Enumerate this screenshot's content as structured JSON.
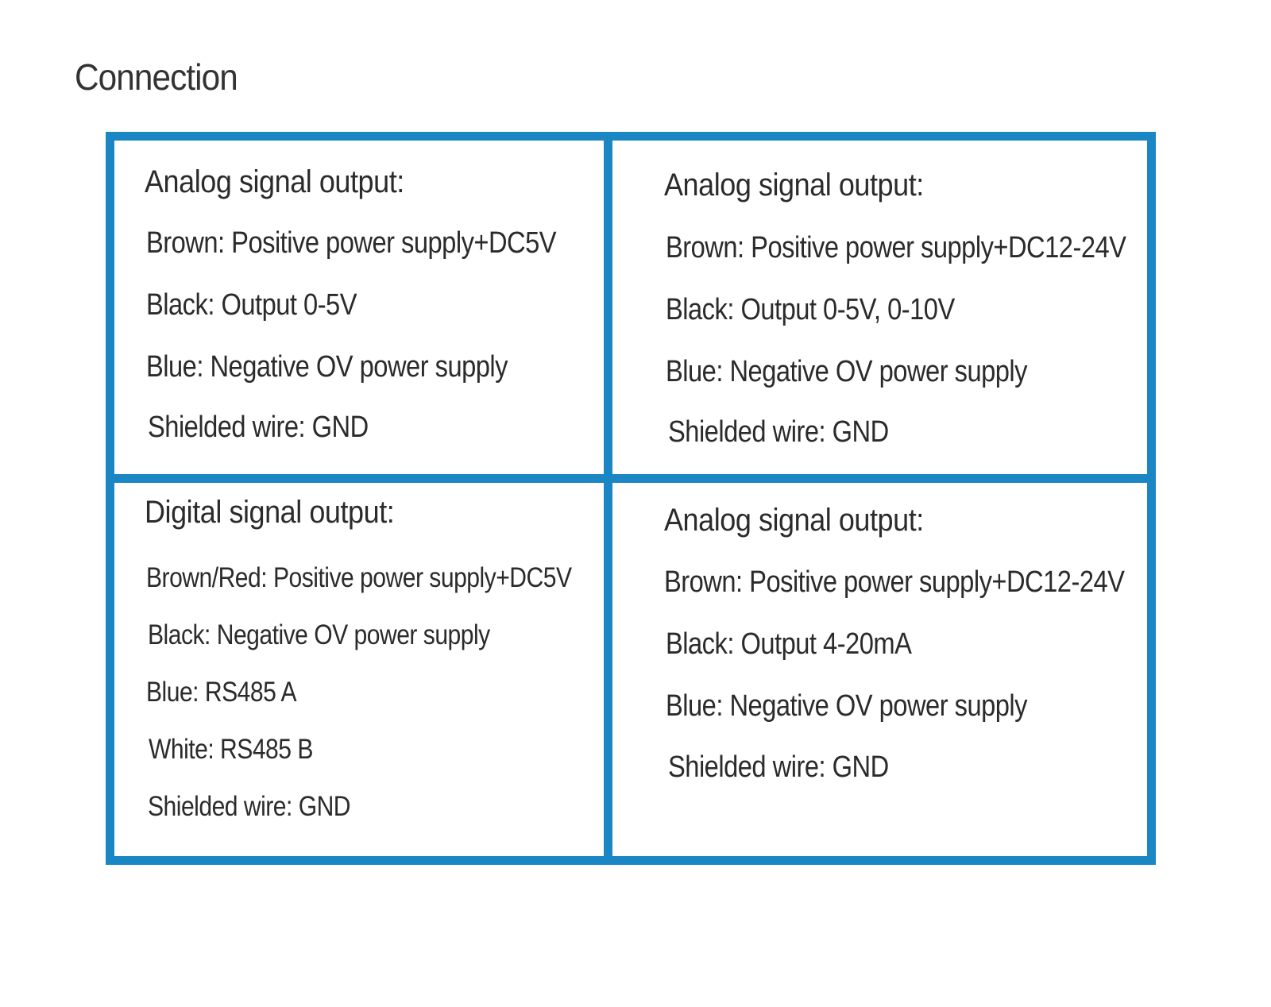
{
  "title": "Connection",
  "accent_color": "#1a87c4",
  "cells": {
    "top_left": {
      "heading": "Analog signal output:",
      "lines": [
        "Brown: Positive power supply+DC5V",
        "Black: Output 0-5V",
        "Blue: Negative OV power supply",
        "Shielded wire: GND"
      ]
    },
    "top_right": {
      "heading": "Analog signal output:",
      "lines": [
        "Brown: Positive power supply+DC12-24V",
        "Black: Output 0-5V, 0-10V",
        "Blue: Negative OV power supply",
        "Shielded wire: GND"
      ]
    },
    "bottom_left": {
      "heading": "Digital signal output:",
      "lines": [
        "Brown/Red: Positive power supply+DC5V",
        "Black: Negative OV power supply",
        "Blue: RS485 A",
        "White: RS485 B",
        "Shielded wire: GND"
      ]
    },
    "bottom_right": {
      "heading": "Analog signal output:",
      "lines": [
        "Brown: Positive power supply+DC12-24V",
        "Black: Output 4-20mA",
        "Blue: Negative OV power supply",
        "Shielded wire: GND"
      ]
    }
  }
}
